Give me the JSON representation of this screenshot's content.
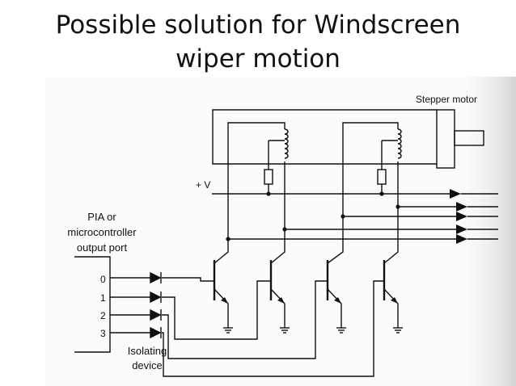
{
  "slide": {
    "title_line1": "Possible solution for Windscreen",
    "title_line2": "wiper motion"
  },
  "diagram": {
    "motor_label": "Stepper motor",
    "supply_label": "+ V",
    "port_label_line1": "PIA or",
    "port_label_line2": "microcontroller",
    "port_label_line3": "output port",
    "bits": [
      "0",
      "1",
      "2",
      "3"
    ],
    "isolator_label_line1": "Isolating",
    "isolator_label_line2": "device"
  },
  "colors": {
    "ink": "#111111",
    "shade": "#e0e0e0"
  }
}
